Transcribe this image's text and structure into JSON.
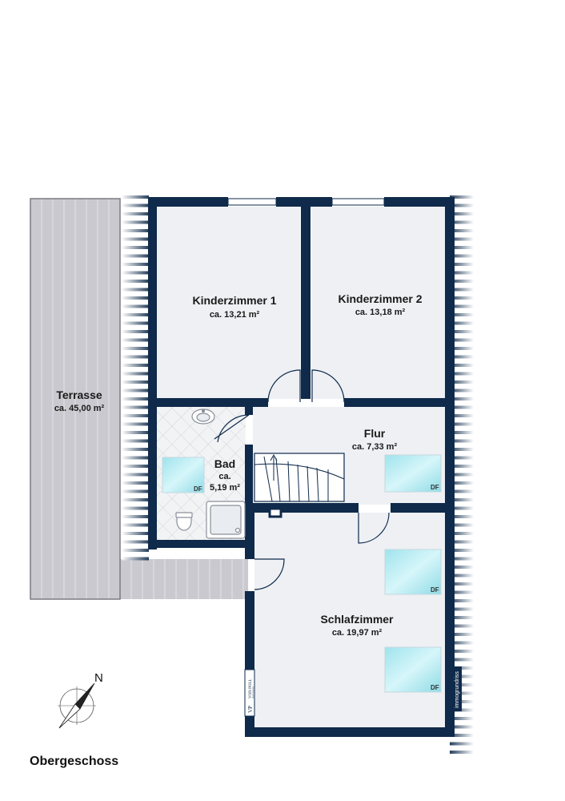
{
  "floor_name": "Obergeschoss",
  "north_label": "N",
  "skylight_label": "DF",
  "brand_text": "VON POLL",
  "brand_subtext": "IMMOBILIEN",
  "brand_monogram": "VP",
  "vertical_tag": "immogrundriss",
  "rooms": {
    "kinderzimmer1": {
      "name": "Kinderzimmer 1",
      "area": "ca. 13,21 m²"
    },
    "kinderzimmer2": {
      "name": "Kinderzimmer 2",
      "area": "ca. 13,18 m²"
    },
    "terrasse": {
      "name": "Terrasse",
      "area": "ca. 45,00 m²"
    },
    "flur": {
      "name": "Flur",
      "area": "ca. 7,33 m²"
    },
    "bad": {
      "name": "Bad",
      "area_line1": "ca.",
      "area_line2": "5,19 m²"
    },
    "schlafzimmer": {
      "name": "Schlafzimmer",
      "area": "ca. 19,97 m²"
    }
  },
  "colors": {
    "wall": "#0f2a4a",
    "floor": "#eef0f4",
    "terrace": "#c9c9cf",
    "skylight": "#a8e6ee"
  }
}
